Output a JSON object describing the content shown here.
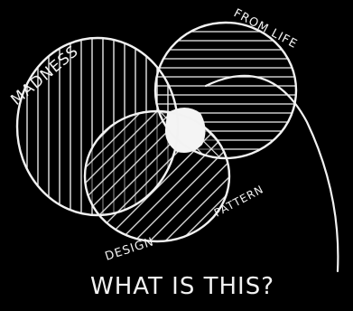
{
  "diagram": {
    "labels": {
      "madness": "MADNESS",
      "from_life": "FROM LIFE",
      "pattern": "PATTERN",
      "design": "DESIGN"
    },
    "question": "WHAT IS THIS?"
  }
}
